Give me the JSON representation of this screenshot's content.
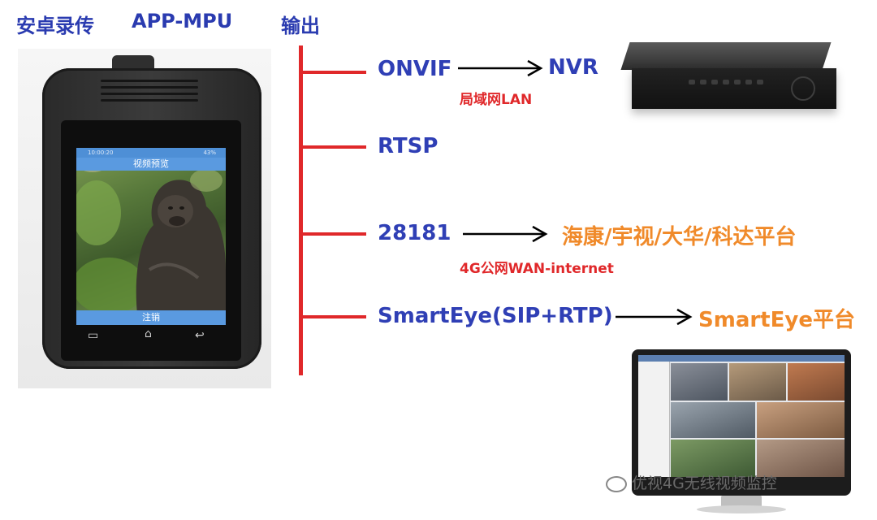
{
  "header": {
    "title_left": "安卓录传",
    "title_app": "APP-MPU",
    "title_output": "输出"
  },
  "device": {
    "screen_status": "10:00:20",
    "screen_battery": "43%",
    "screen_title": "视频预览",
    "screen_button": "注销"
  },
  "outputs": [
    {
      "protocol": "ONVIF",
      "arrow": "→",
      "target": "NVR",
      "network": "局域网LAN"
    },
    {
      "protocol": "RTSP"
    },
    {
      "protocol": "28181",
      "arrow": "→",
      "target": "海康/宇视/大华/科达平台",
      "network": "4G公网WAN-internet"
    },
    {
      "protocol": "SmartEye(SIP+RTP)",
      "arrow": "→",
      "target": "SmartEye平台"
    }
  ],
  "watermark": "优视4G无线视频监控",
  "colors": {
    "title": "#2a3bb0",
    "protocol": "#2f3fb5",
    "platform": "#f08a2a",
    "network": "#e0282a",
    "bar": "#e0282a"
  }
}
